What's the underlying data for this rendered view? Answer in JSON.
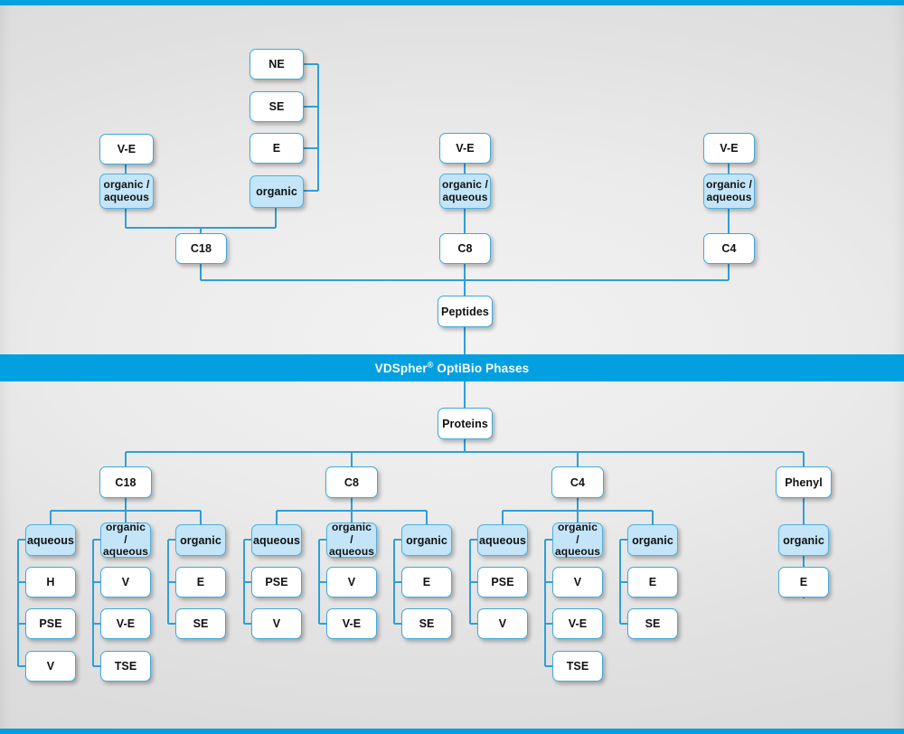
{
  "colors": {
    "brand_blue": "#00a0e1",
    "wire_blue": "#2f9fd8",
    "node_fill_highlight": "#c3e5f7",
    "node_fill_plain": "#ffffff",
    "page_background": "#e6e6e6"
  },
  "banner": {
    "text_before": "VDSpher",
    "registered_mark": "®",
    "text_after": " OptiBio Phases"
  },
  "peptides": {
    "root_label": "Peptides",
    "branches": [
      {
        "phase_label": "C18",
        "modes": [
          {
            "mode_label": "organic /\naqueous",
            "mode_label_line1": "organic /",
            "mode_label_line2": "aqueous",
            "parent_label": "V-E",
            "items": []
          },
          {
            "mode_label": "organic",
            "items": [
              "NE",
              "SE",
              "E"
            ]
          }
        ]
      },
      {
        "phase_label": "C8",
        "modes": [
          {
            "mode_label_line1": "organic /",
            "mode_label_line2": "aqueous",
            "parent_label": "V-E",
            "items": []
          }
        ]
      },
      {
        "phase_label": "C4",
        "modes": [
          {
            "mode_label_line1": "organic /",
            "mode_label_line2": "aqueous",
            "parent_label": "V-E",
            "items": []
          }
        ]
      }
    ]
  },
  "proteins": {
    "root_label": "Proteins",
    "branches": [
      {
        "phase_label": "C18",
        "groups": [
          {
            "mode_label": "aqueous",
            "items": [
              "H",
              "PSE",
              "V"
            ]
          },
          {
            "mode_label_line1": "organic /",
            "mode_label_line2": "aqueous",
            "items": [
              "V",
              "V-E",
              "TSE"
            ]
          },
          {
            "mode_label": "organic",
            "items": [
              "E",
              "SE"
            ]
          }
        ]
      },
      {
        "phase_label": "C8",
        "groups": [
          {
            "mode_label": "aqueous",
            "items": [
              "PSE",
              "V"
            ]
          },
          {
            "mode_label_line1": "organic /",
            "mode_label_line2": "aqueous",
            "items": [
              "V",
              "V-E"
            ]
          },
          {
            "mode_label": "organic",
            "items": [
              "E",
              "SE"
            ]
          }
        ]
      },
      {
        "phase_label": "C4",
        "groups": [
          {
            "mode_label": "aqueous",
            "items": [
              "PSE",
              "V"
            ]
          },
          {
            "mode_label_line1": "organic /",
            "mode_label_line2": "aqueous",
            "items": [
              "V",
              "V-E",
              "TSE"
            ]
          },
          {
            "mode_label": "organic",
            "items": [
              "E",
              "SE"
            ]
          }
        ]
      },
      {
        "phase_label": "Phenyl",
        "groups": [
          {
            "mode_label": "organic",
            "items": [
              "E"
            ]
          }
        ]
      }
    ]
  },
  "labels": {
    "ne": "NE",
    "se": "SE",
    "e": "E",
    "organic": "organic",
    "ve": "V-E",
    "organic_slash": "organic /",
    "aqueous": "aqueous",
    "c18": "C18",
    "c8": "C8",
    "c4": "C4",
    "phenyl": "Phenyl",
    "peptides": "Peptides",
    "proteins": "Proteins",
    "h": "H",
    "pse": "PSE",
    "v": "V",
    "tse": "TSE"
  }
}
